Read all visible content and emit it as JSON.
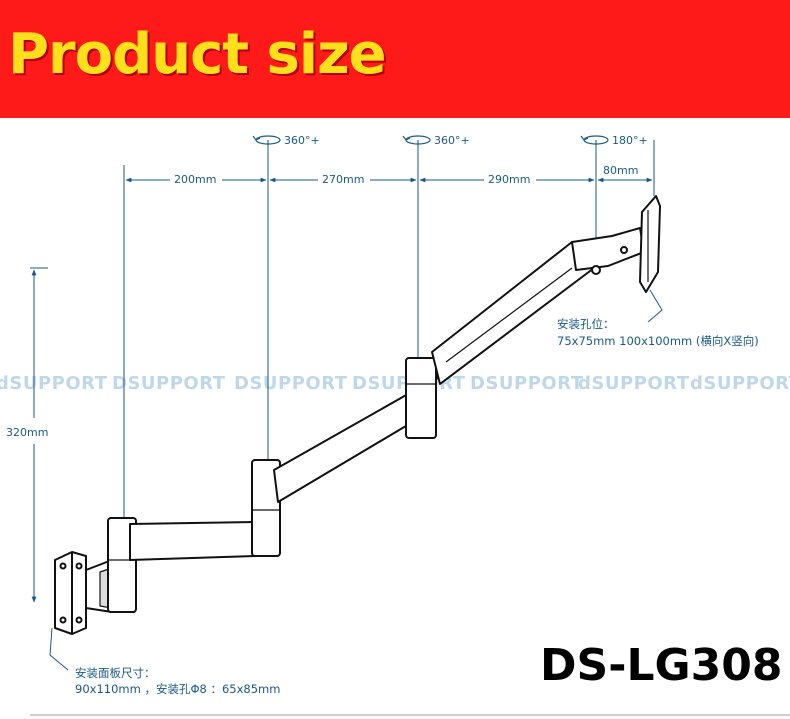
{
  "banner": {
    "title": "Product size",
    "bg_color": "#ff1a1a",
    "text_color": "#ffe01a"
  },
  "rotations": {
    "r1": "360°+",
    "r2": "360°+",
    "r3": "180°+"
  },
  "dimensions": {
    "d1": "200mm",
    "d2": "270mm",
    "d3": "290mm",
    "d4": "80mm",
    "height": "320mm"
  },
  "watermark": [
    "dSUPPORT",
    "DSUPPORT",
    "DSUPPORT",
    "DSUPPORT",
    "DSUPPORT",
    "dSUPPORT",
    "dSUPPORT"
  ],
  "notes": {
    "vesa_line1": "安装孔位：",
    "vesa_line2": "75x75mm  100x100mm (横向X竖向)",
    "plate_line1": "安装面板尺寸：",
    "plate_line2": "90x110mm ，安装孔Φ8 ：65x85mm"
  },
  "model": "DS-LG308",
  "colors": {
    "dimension": "#1a5a8a",
    "outline": "#111111",
    "watermark": "#4a8fc4"
  }
}
